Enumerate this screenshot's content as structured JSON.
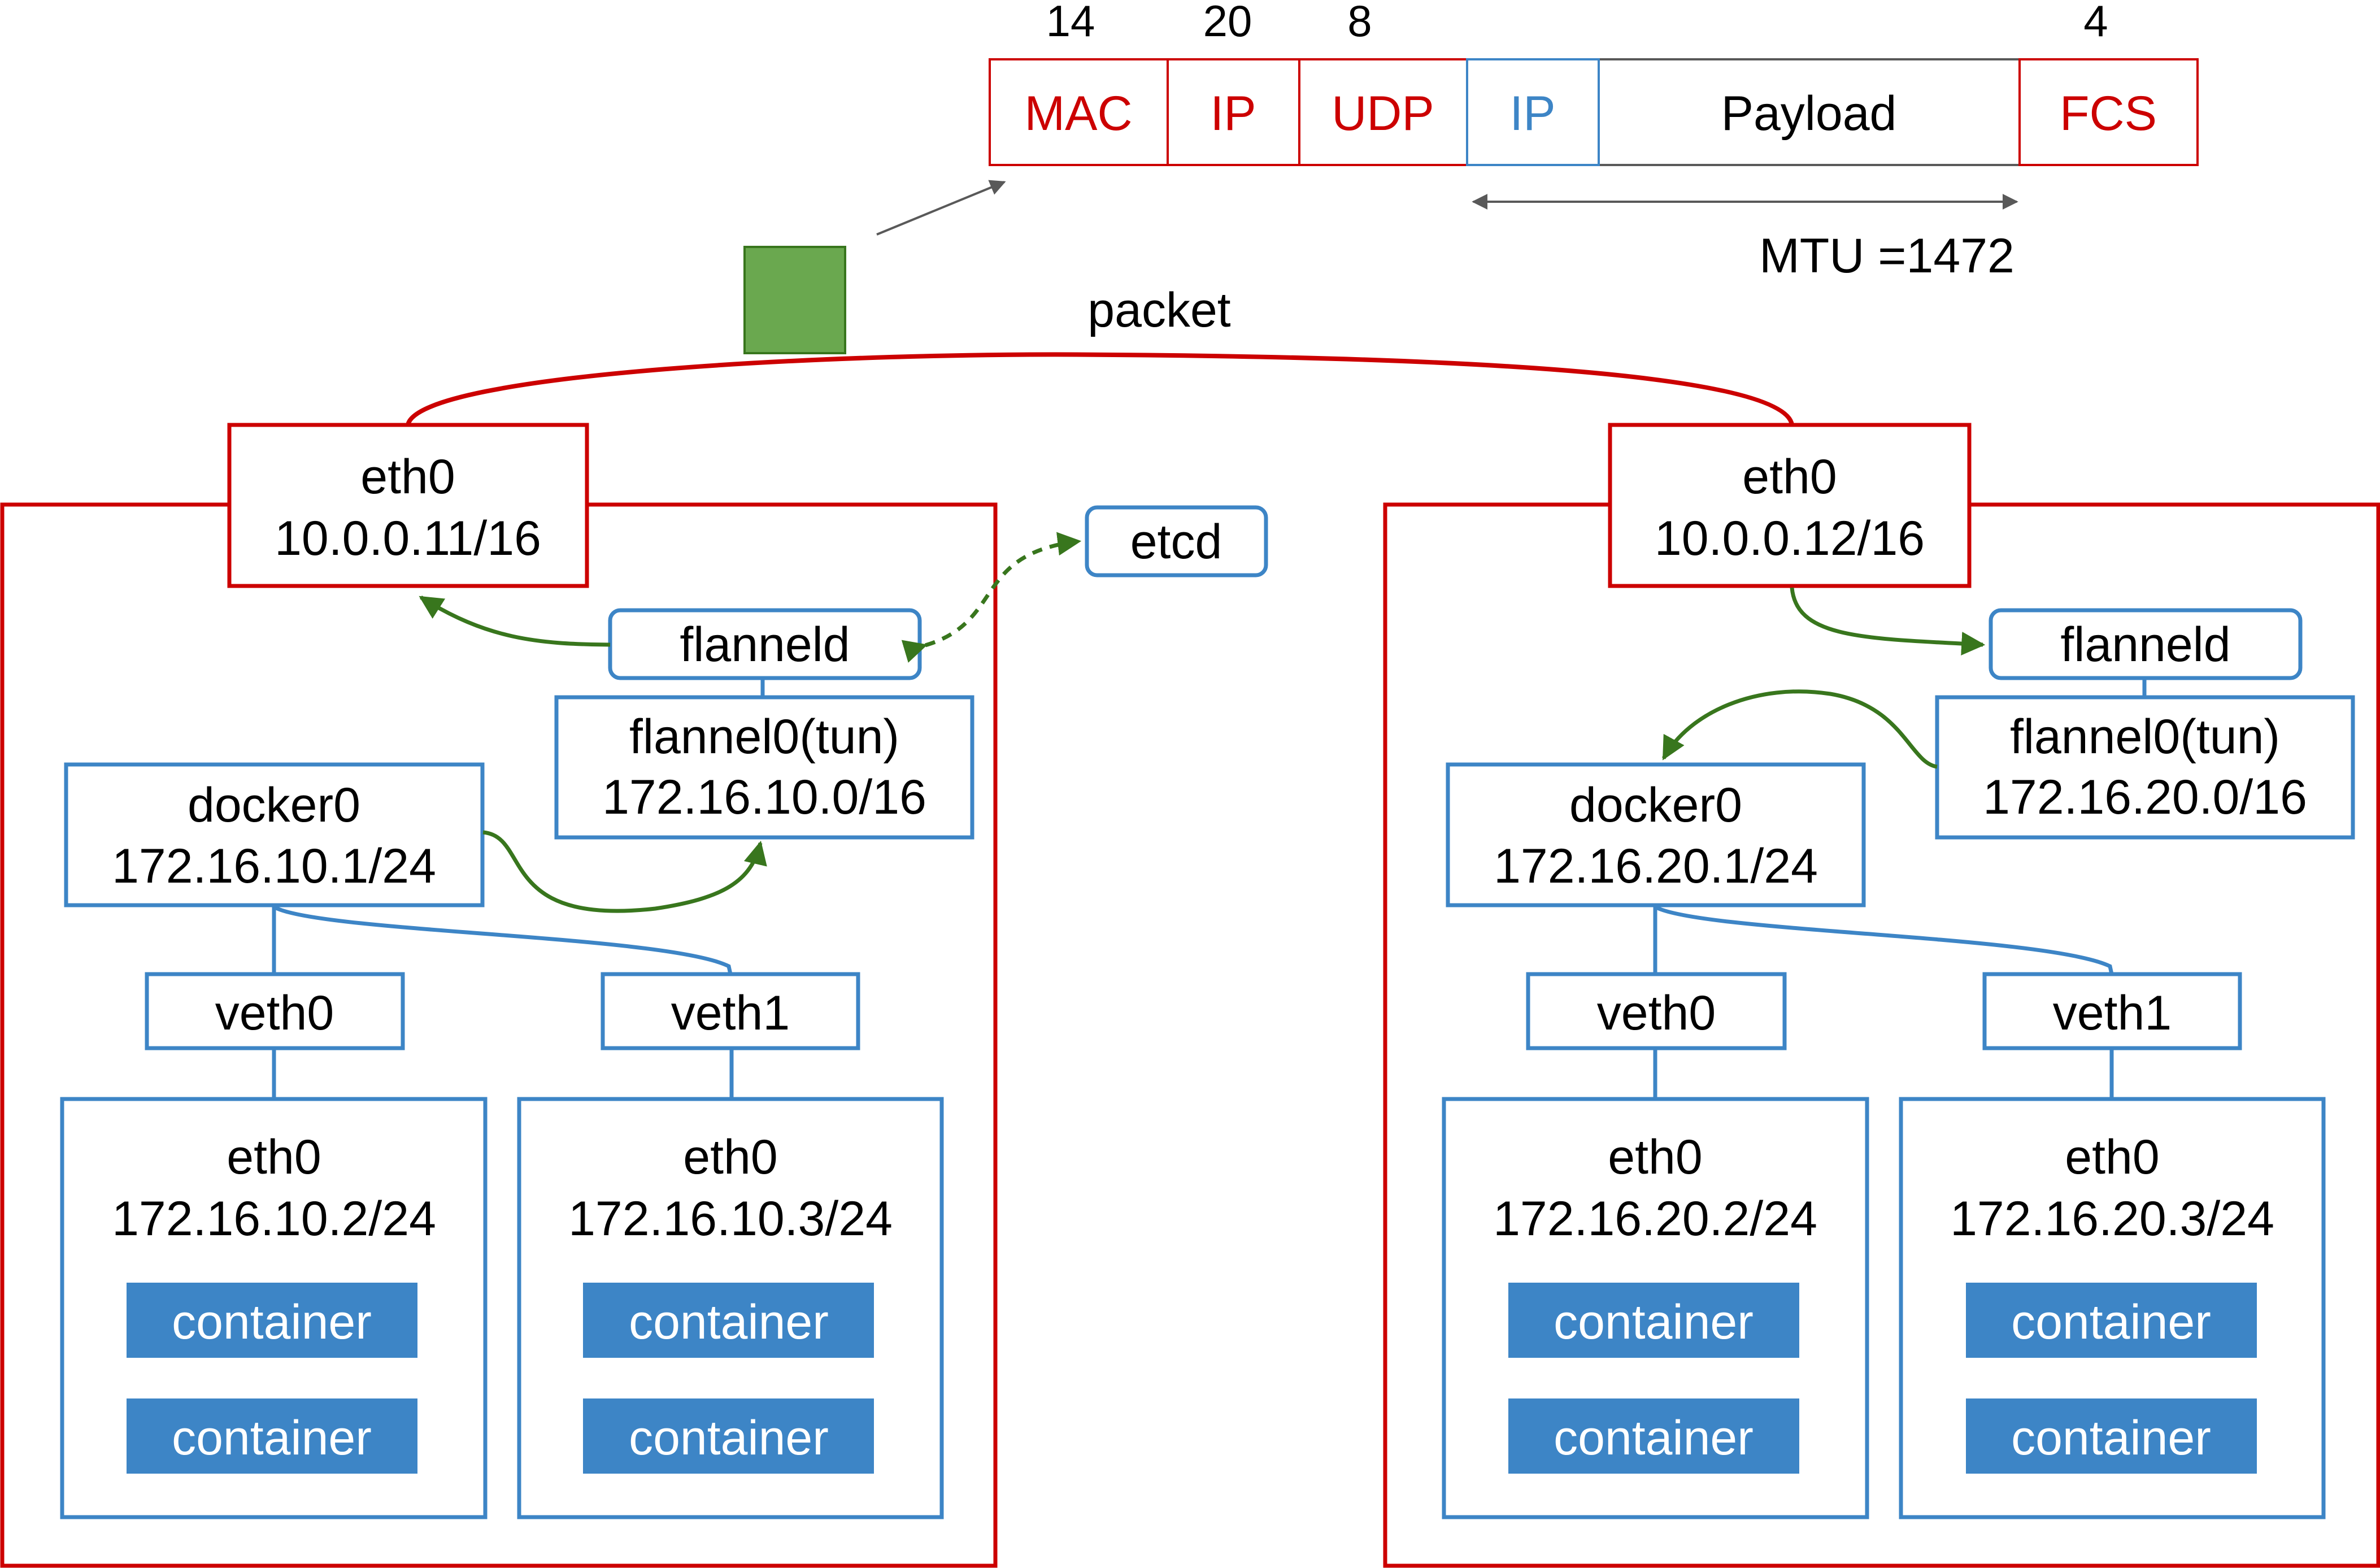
{
  "packet_header": {
    "sizes": {
      "mac": "14",
      "ip": "20",
      "udp": "8",
      "fcs": "4"
    },
    "fields": {
      "mac": "MAC",
      "outer_ip": "IP",
      "udp": "UDP",
      "inner_ip": "IP",
      "payload": "Payload",
      "fcs": "FCS"
    },
    "mtu": "MTU =1472"
  },
  "packet_label": "packet",
  "etcd": "etcd",
  "host_left": {
    "eth0": {
      "name": "eth0",
      "ip": "10.0.0.11/16"
    },
    "flanneld": "flanneld",
    "flannel0": {
      "name": "flannel0(tun)",
      "ip": "172.16.10.0/16"
    },
    "docker0": {
      "name": "docker0",
      "ip": "172.16.10.1/24"
    },
    "veth0": "veth0",
    "veth1": "veth1",
    "pods": [
      {
        "name": "eth0",
        "ip": "172.16.10.2/24",
        "containers": [
          "container",
          "container"
        ]
      },
      {
        "name": "eth0",
        "ip": "172.16.10.3/24",
        "containers": [
          "container",
          "container"
        ]
      }
    ]
  },
  "host_right": {
    "eth0": {
      "name": "eth0",
      "ip": "10.0.0.12/16"
    },
    "flanneld": "flanneld",
    "flannel0": {
      "name": "flannel0(tun)",
      "ip": "172.16.20.0/16"
    },
    "docker0": {
      "name": "docker0",
      "ip": "172.16.20.1/24"
    },
    "veth0": "veth0",
    "veth1": "veth1",
    "pods": [
      {
        "name": "eth0",
        "ip": "172.16.20.2/24",
        "containers": [
          "container",
          "container"
        ]
      },
      {
        "name": "eth0",
        "ip": "172.16.20.3/24",
        "containers": [
          "container",
          "container"
        ]
      }
    ]
  },
  "colors": {
    "host_border": "#cc0000",
    "interface_border": "#3d85c6",
    "container_fill": "#3d85c6",
    "flow_arrow": "#38761d",
    "packet_square": "#6aa84f"
  }
}
